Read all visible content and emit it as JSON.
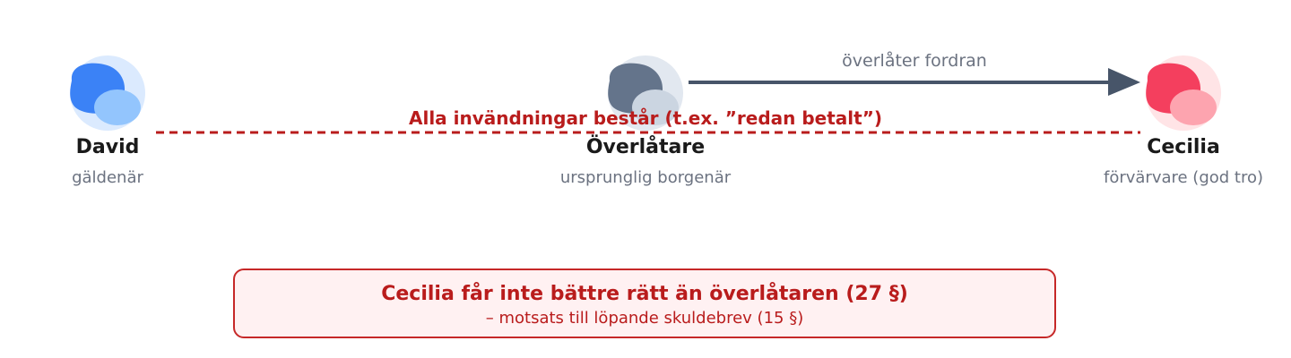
{
  "parties": {
    "david": {
      "name": "David",
      "role": "gäldenär",
      "color": "#3b82f6"
    },
    "overlatare": {
      "name": "Överlåtare",
      "role": "ursprunglig borgenär",
      "color": "#64748b"
    },
    "cecilia": {
      "name": "Cecilia",
      "role": "förvärvare (god tro)",
      "color": "#f43f5e"
    }
  },
  "arrow": {
    "label": "överlåter fordran"
  },
  "defense_line": {
    "label": "Alla invändningar består (t.ex. ”redan betalt”)"
  },
  "note": {
    "title": "Cecilia får inte bättre rätt än överlåtaren (27 §)",
    "subtitle": "– motsats till löpande skuldebrev (15 §)"
  }
}
